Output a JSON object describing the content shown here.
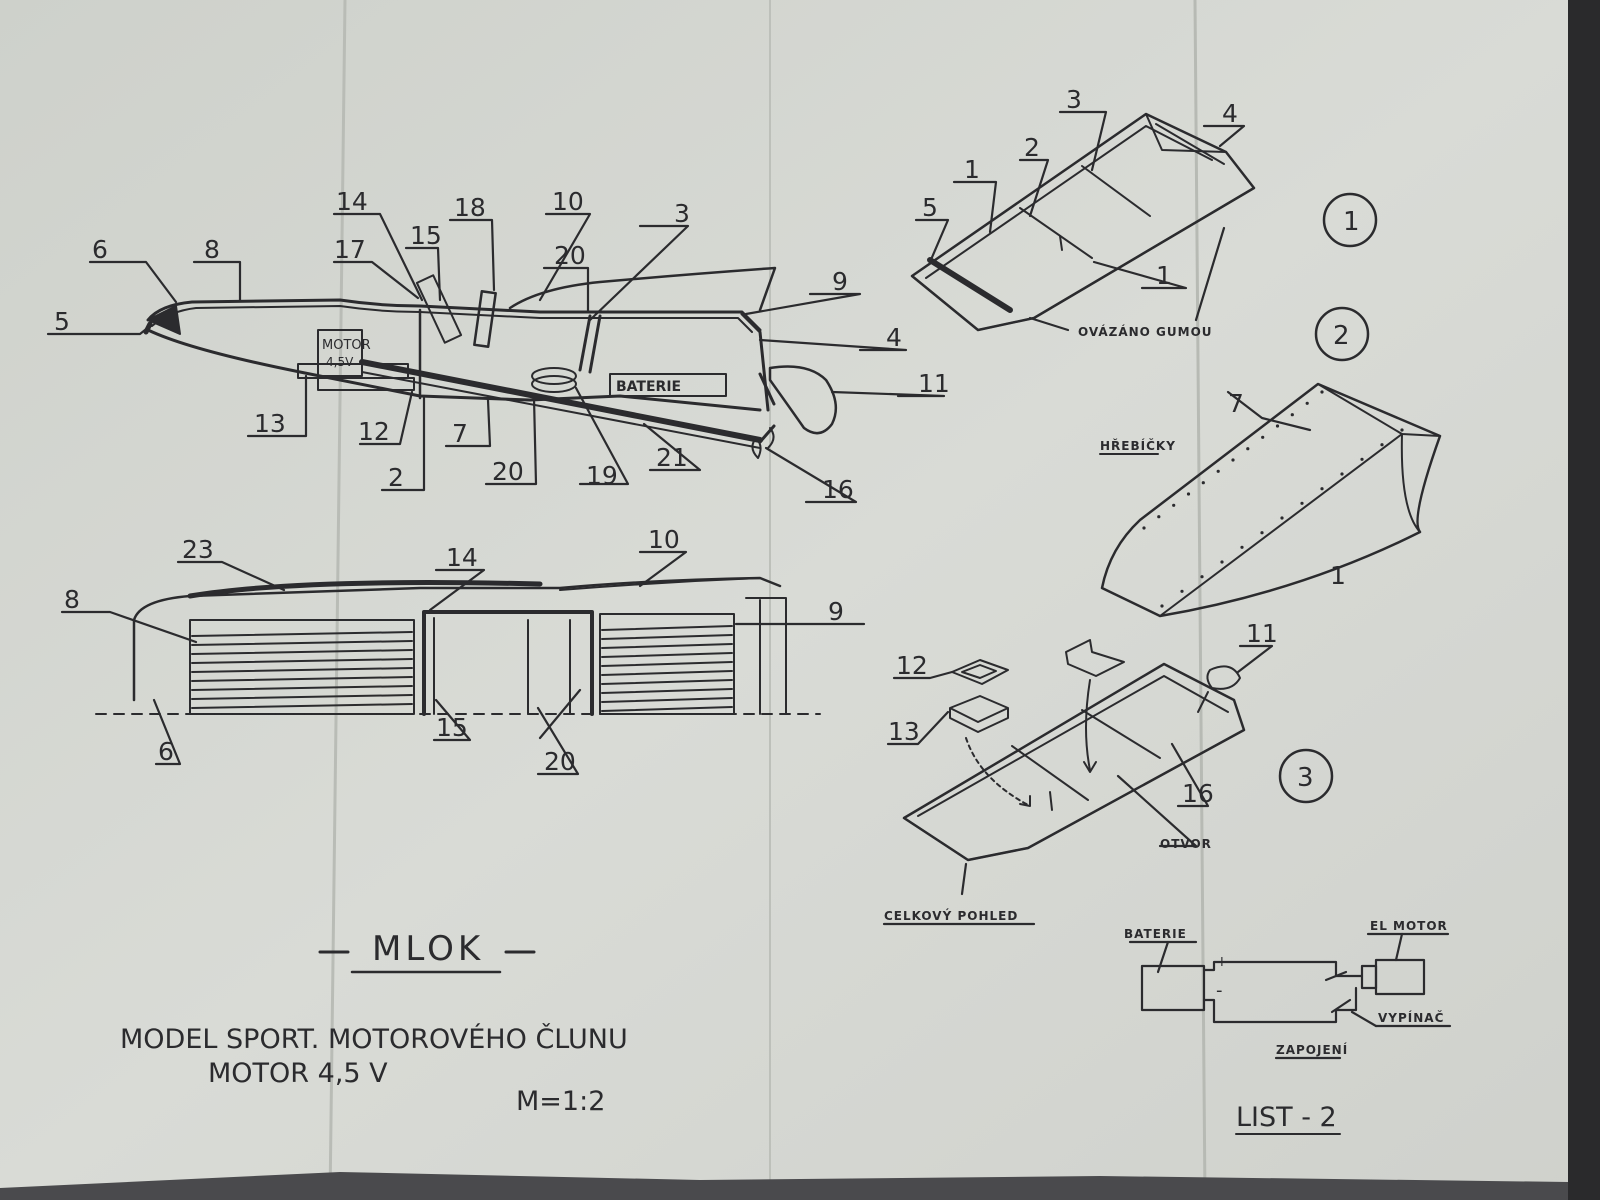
{
  "sheet": {
    "title": "MLOK",
    "subtitle_line1": "MODEL SPORT. MOTOROVÉHO ČLUNU",
    "subtitle_line2": "MOTOR 4,5 V",
    "scale": "M=1:2",
    "sheet_number": "LIST - 2",
    "paper_color": "#d6d8d3",
    "ink_color": "#2b2b2e"
  },
  "section_view": {
    "callouts": {
      "c1": "6",
      "c2": "8",
      "c3": "5",
      "c4": "14",
      "c5": "17",
      "c6": "15",
      "c7": "18",
      "c8": "10",
      "c9": "20",
      "c10": "3",
      "c11": "9",
      "c12": "4",
      "c13": "11",
      "c14": "13",
      "c15": "12",
      "c16": "7",
      "c17": "2",
      "c18": "20",
      "c19": "19",
      "c20": "21",
      "c21": "16"
    },
    "motor_label": "MOTOR",
    "motor_voltage": "4,5V",
    "battery_label": "BATERIE"
  },
  "side_view": {
    "callouts": {
      "c1": "23",
      "c2": "14",
      "c3": "10",
      "c4": "8",
      "c5": "9",
      "c6": "6",
      "c7": "15",
      "c8": "20"
    }
  },
  "iso_views": {
    "view1": {
      "number": "1",
      "callouts": {
        "c1": "3",
        "c2": "4",
        "c3": "2",
        "c4": "1",
        "c5": "5",
        "c6": "1"
      },
      "note": "OVÁZÁNO GUMOU"
    },
    "view2": {
      "number": "2",
      "callouts": {
        "c1": "7",
        "c2": "1"
      },
      "note": "HŘEBÍČKY"
    },
    "view3": {
      "number": "3",
      "callouts": {
        "c1": "12",
        "c2": "13",
        "c3": "11",
        "c4": "16"
      },
      "note_hole": "OTVOR",
      "note_overall": "CELKOVÝ POHLED"
    }
  },
  "wiring": {
    "battery": "BATERIE",
    "motor": "EL MOTOR",
    "switch": "VYPÍNAČ",
    "title": "ZAPOJENÍ",
    "plus": "+",
    "minus": "-"
  }
}
